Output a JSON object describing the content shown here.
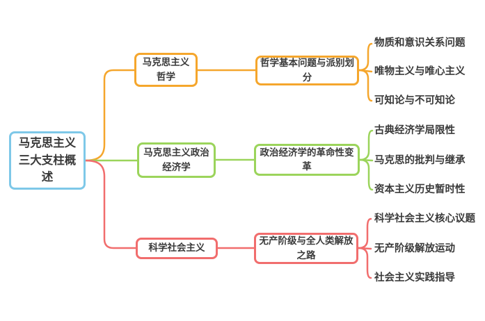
{
  "colors": {
    "background": "#FFFFFF",
    "text": "#3A3A3A",
    "root": "#7EC8E8",
    "philosophy": "#F5A62C",
    "economy": "#9BD45B",
    "socialism": "#F16D6D"
  },
  "mindmap": {
    "root": {
      "label": "马克思主义三大支柱概述"
    },
    "branches": [
      {
        "id": "philosophy",
        "color": "#F5A62C",
        "node": "马克思主义哲学",
        "topic": "哲学基本问题与派别划分",
        "leaves": [
          "物质和意识关系问题",
          "唯物主义与唯心主义",
          "可知论与不可知论"
        ]
      },
      {
        "id": "economy",
        "color": "#9BD45B",
        "node": "马克思主义政治经济学",
        "topic": "政治经济学的革命性变革",
        "leaves": [
          "古典经济学局限性",
          "马克思的批判与继承",
          "资本主义历史暂时性"
        ]
      },
      {
        "id": "socialism",
        "color": "#F16D6D",
        "node": "科学社会主义",
        "topic": "无产阶级与全人类解放之路",
        "leaves": [
          "科学社会主义核心议题",
          "无产阶级解放运动",
          "社会主义实践指导"
        ]
      }
    ]
  }
}
